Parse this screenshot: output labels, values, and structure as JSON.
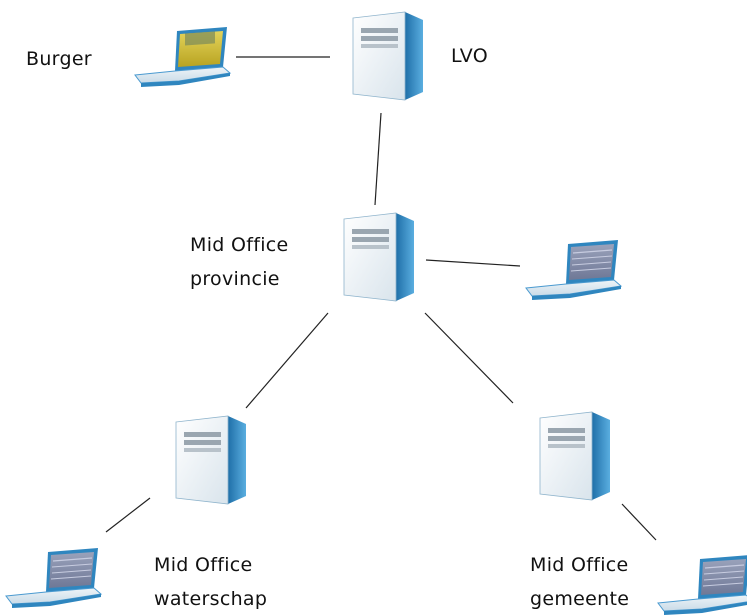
{
  "nodes": {
    "burger": {
      "label": "Burger"
    },
    "lvo": {
      "label": "LVO"
    },
    "provincie": {
      "line1": "Mid Office",
      "line2": "provincie"
    },
    "waterschap": {
      "line1": "Mid Office",
      "line2": "waterschap"
    },
    "gemeente": {
      "line1": "Mid Office",
      "line2": "gemeente"
    }
  },
  "colors": {
    "server_front": "#f2f6f9",
    "server_side": "#2f86bf",
    "server_top": "#bcd9ea",
    "laptop_frame": "#4a9ad0",
    "laptop_screen_burger": "#d8c43a",
    "laptop_screen_default": "#8e95ad",
    "link_line": "#222222"
  }
}
